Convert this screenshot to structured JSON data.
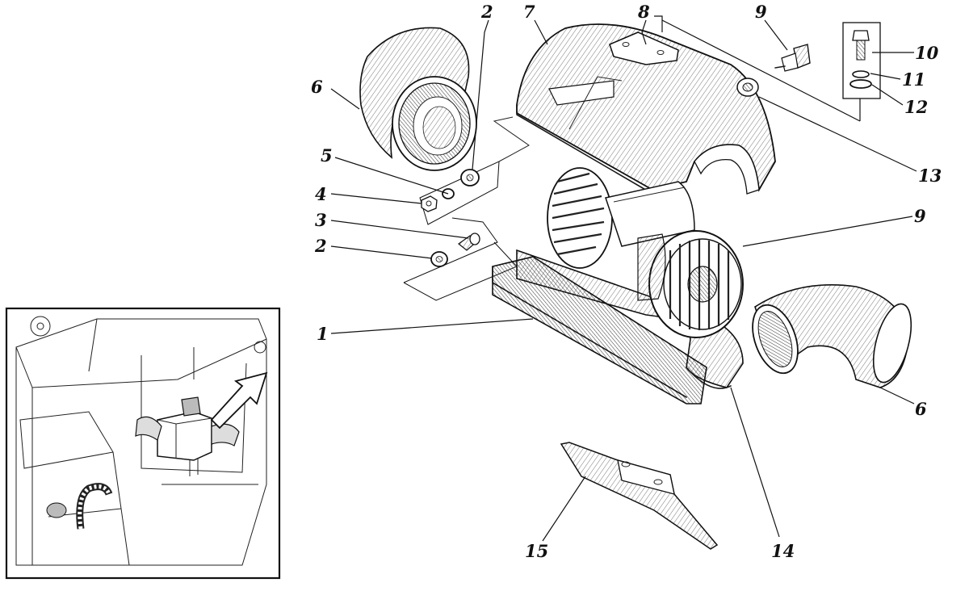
{
  "callouts": {
    "c1": "1",
    "c2a": "2",
    "c2b": "2",
    "c3": "3",
    "c4": "4",
    "c5": "5",
    "c6a": "6",
    "c6b": "6",
    "c7": "7",
    "c8": "8",
    "c9a": "9",
    "c9b": "9",
    "c10": "10",
    "c11": "11",
    "c12": "12",
    "c13": "13",
    "c14": "14",
    "c15": "15"
  },
  "inset": {
    "locator_arrow": "locator-arrow-icon"
  },
  "colors": {
    "ink": "#1a1a1a",
    "paper": "#ffffff"
  }
}
